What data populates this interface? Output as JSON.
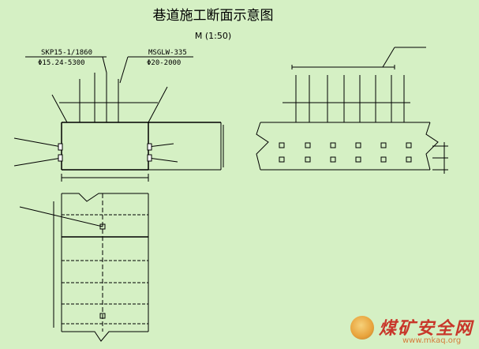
{
  "drawing": {
    "title": "巷道施工断面示意图",
    "scale": "M (1:50)",
    "bolt_label_left": "SKP15-1/1860",
    "bolt_spec_left": "Φ15.24-5300",
    "bolt_label_right": "MSGLW-335",
    "bolt_spec_right": "Φ20-2000"
  },
  "watermark": {
    "logo_text": "煤矿安全网",
    "url": "www.mkaq.org"
  },
  "colors": {
    "background": "#d5f0c4",
    "line": "#000000",
    "watermark_red": "#c8362a",
    "watermark_orange": "#e8a33c"
  }
}
